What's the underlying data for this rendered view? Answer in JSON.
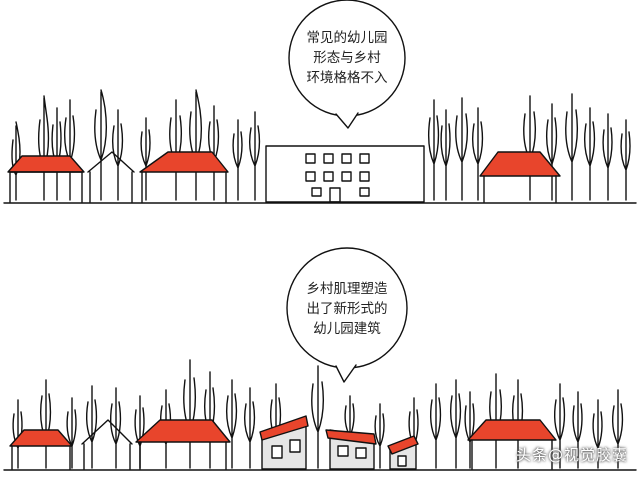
{
  "top_bubble": {
    "lines": [
      "常见的幼儿园",
      "形态与乡村",
      "环境格格不入"
    ]
  },
  "bottom_bubble": {
    "lines": [
      "乡村肌理塑造",
      "出了新形式的",
      "幼儿园建筑"
    ]
  },
  "watermark": "头条@视觉胶囊",
  "colors": {
    "roof_red": "#e8452c",
    "ink": "#111111",
    "grey_fill": "#e6e6e6"
  }
}
